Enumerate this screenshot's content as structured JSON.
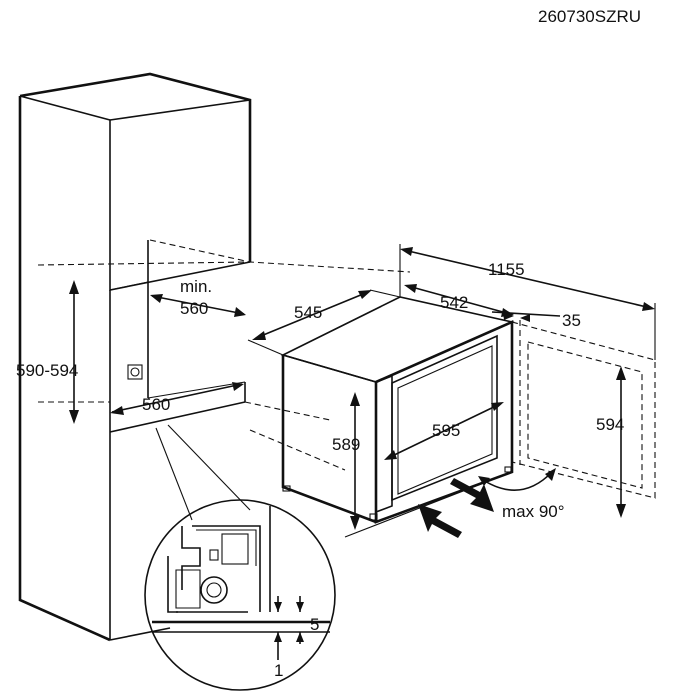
{
  "drawing_code": "260730SZRU",
  "dimensions": {
    "cabinet_height": "590-594",
    "niche_depth_top_min": "min.",
    "niche_depth_top_value": "560",
    "niche_depth_bottom": "560",
    "total_depth_open": "1155",
    "appliance_depth": "545",
    "appliance_body_depth": "542",
    "door_thickness": "35",
    "appliance_height": "589",
    "appliance_width": "595",
    "door_opening_height": "594",
    "door_opening_angle": "max 90°",
    "detail_gap_top": "5",
    "detail_gap_bottom": "1"
  }
}
